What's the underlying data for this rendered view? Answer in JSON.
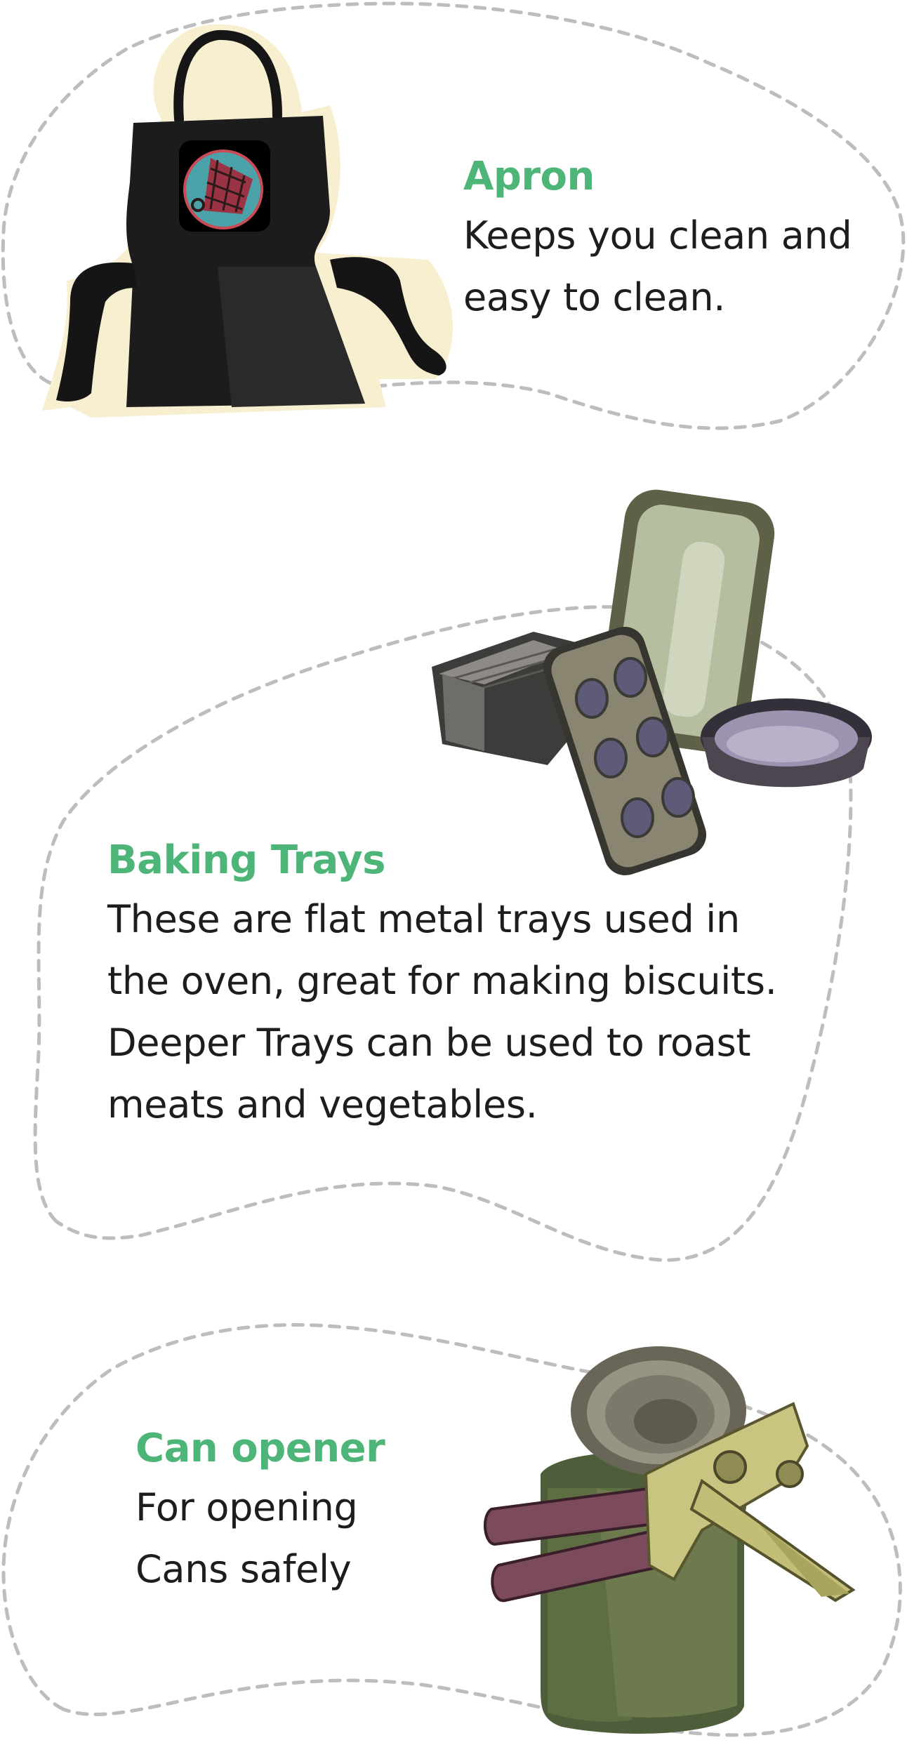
{
  "accent_color": "#4cb577",
  "items": [
    {
      "title": "Apron",
      "description_lines": [
        "Keeps you clean and",
        "easy to clean."
      ],
      "illustration": "apron-illustration"
    },
    {
      "title": "Baking Trays",
      "description_lines": [
        "These are flat metal trays used in",
        "the oven, great for making biscuits.",
        "Deeper Trays can be used to roast",
        "meats and vegetables."
      ],
      "illustration": "baking-trays-illustration"
    },
    {
      "title": "Can opener",
      "description_lines": [
        "For opening",
        "Cans safely"
      ],
      "illustration": "can-opener-illustration"
    }
  ]
}
